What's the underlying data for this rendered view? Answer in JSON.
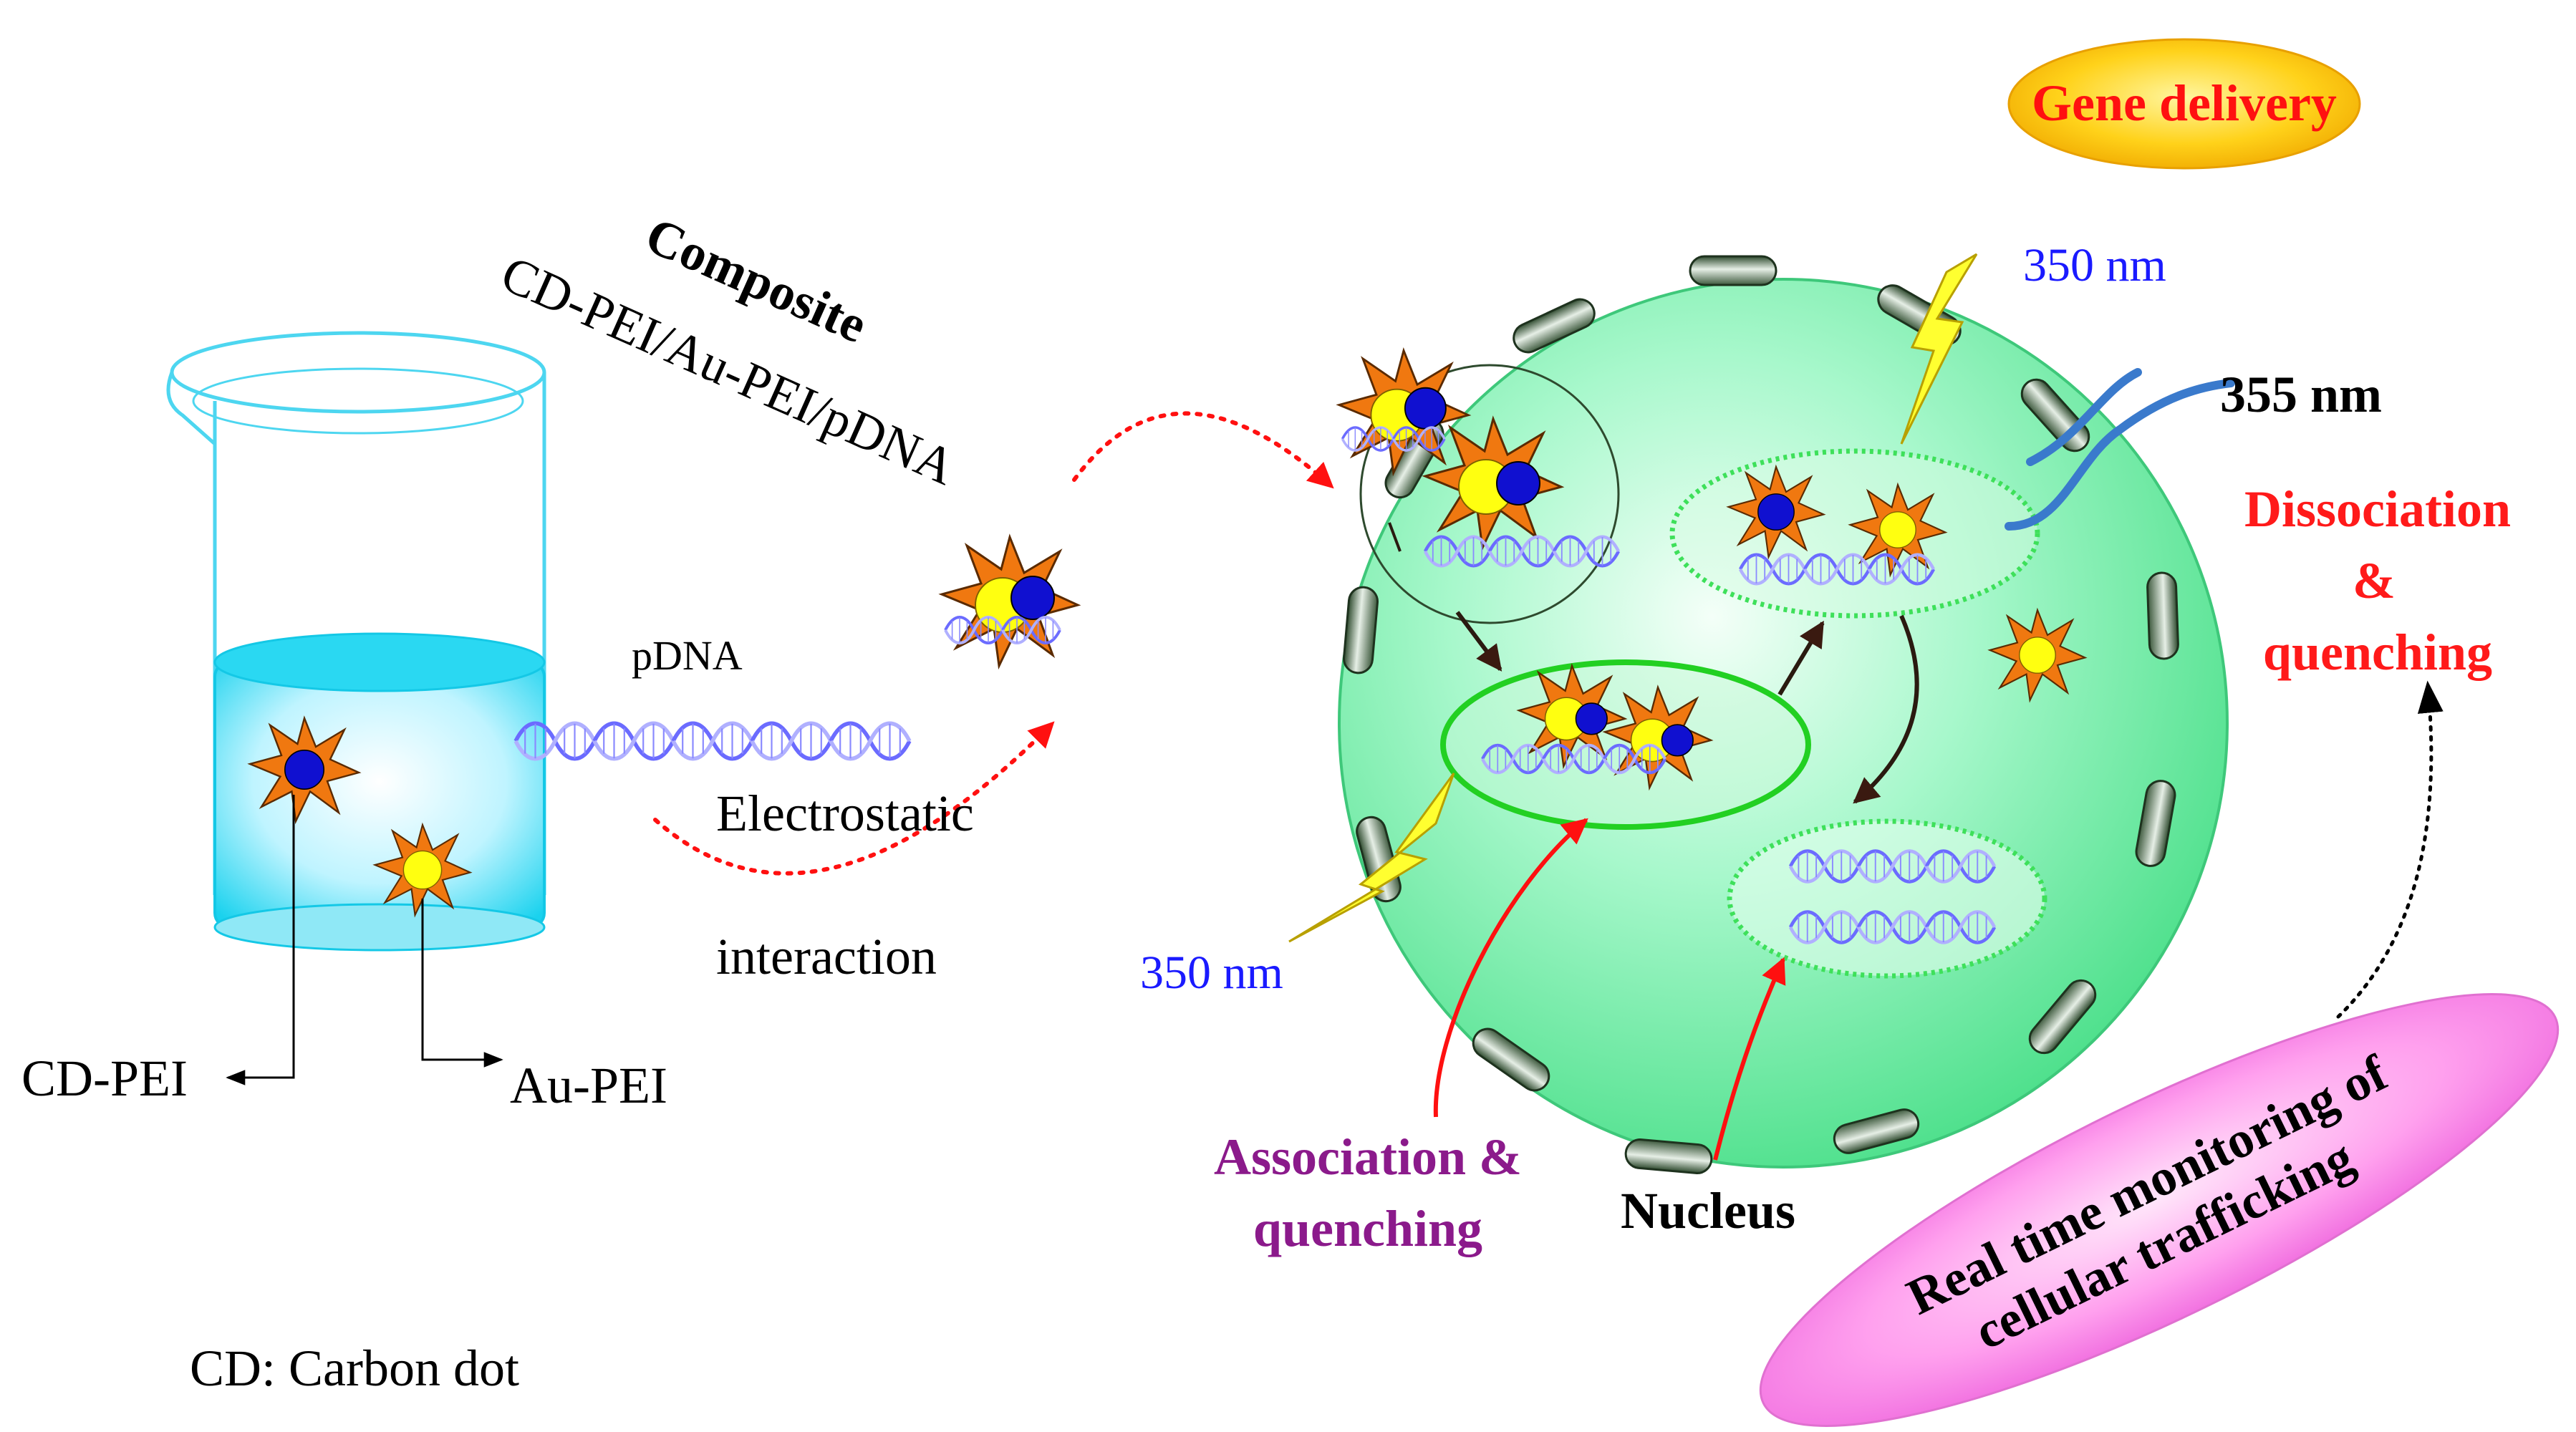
{
  "labels": {
    "gene_delivery": "Gene delivery",
    "composite_title": "Composite",
    "composite_formula": "CD-PEI/Au-PEI/pDNA",
    "pdna": "pDNA",
    "electrostatic": "Electrostatic",
    "interaction": "interaction",
    "cd_pei": "CD-PEI",
    "au_pei": "Au-PEI",
    "cd_note": "CD: Carbon dot",
    "wavelength_top": "350 nm",
    "wavelength_bottom": "350 nm",
    "emission": "355 nm",
    "dissociation_1": "Dissociation",
    "dissociation_2": "&",
    "dissociation_3": "quenching",
    "association_1": "Association &",
    "association_2": "quenching",
    "nucleus": "Nucleus",
    "realtime_1": "Real time monitoring of",
    "realtime_2": "cellular trafficking"
  },
  "colors": {
    "cd_core": "#1010d0",
    "au_core": "#ffff10",
    "star": "#f07810",
    "dna": "#6b6bff",
    "cell": "#6cf0a8",
    "gene_delivery_text": "#ff1010",
    "wavelength_text": "#1a1aff",
    "dissociation_text": "#ff1a1a",
    "association_text": "#8b1a8b",
    "highlight_ellipse": "#ffcc00",
    "realtime_ellipse": "#ff99ee"
  },
  "icons": [
    "beaker-icon",
    "star-particle-icon",
    "dna-helix-icon",
    "lightning-icon",
    "light-wave-icon",
    "cell-icon"
  ]
}
